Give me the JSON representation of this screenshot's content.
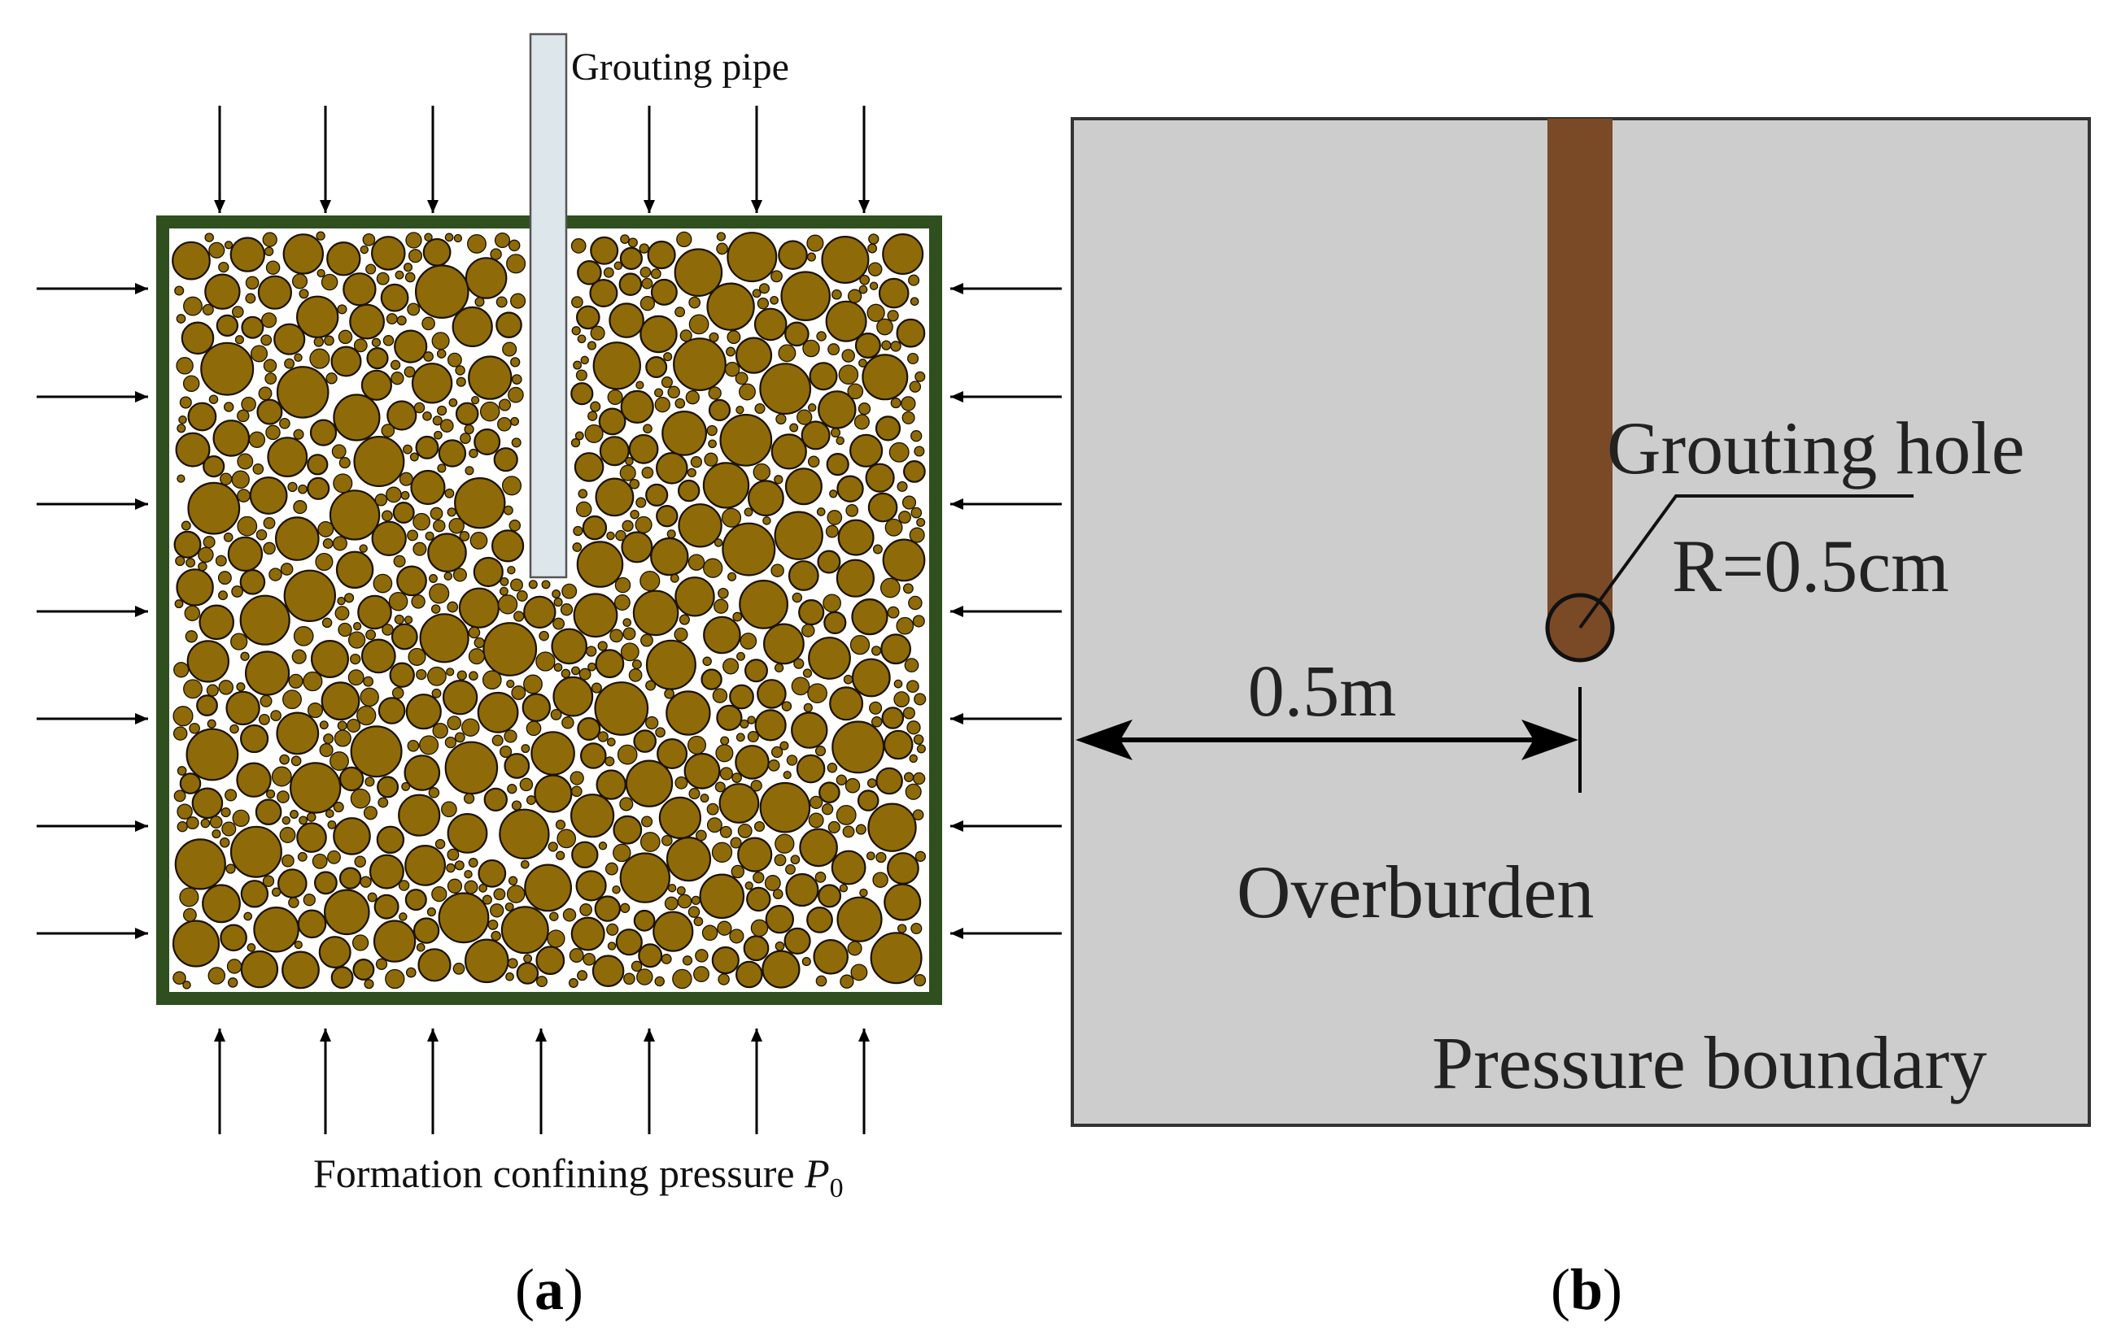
{
  "panel_a": {
    "pipe_label": "Grouting pipe",
    "pressure_label_prefix": "Formation confining pressure ",
    "pressure_symbol": "P",
    "pressure_subscript": "0",
    "caption_letter": "a",
    "colors": {
      "particle": "#8f6a08",
      "boundary": "#2f4f1f",
      "pipe": "#dde6ea",
      "arrow": "#000000"
    }
  },
  "panel_b": {
    "hole_label": "Grouting hole",
    "radius_label": "R=0.5cm",
    "distance_label": "0.5m",
    "overburden_label": "Overburden",
    "boundary_label": "Pressure boundary",
    "caption_letter": "b",
    "colors": {
      "background": "#cdcdcd",
      "hole": "#7a4a26",
      "border": "#333333"
    }
  }
}
